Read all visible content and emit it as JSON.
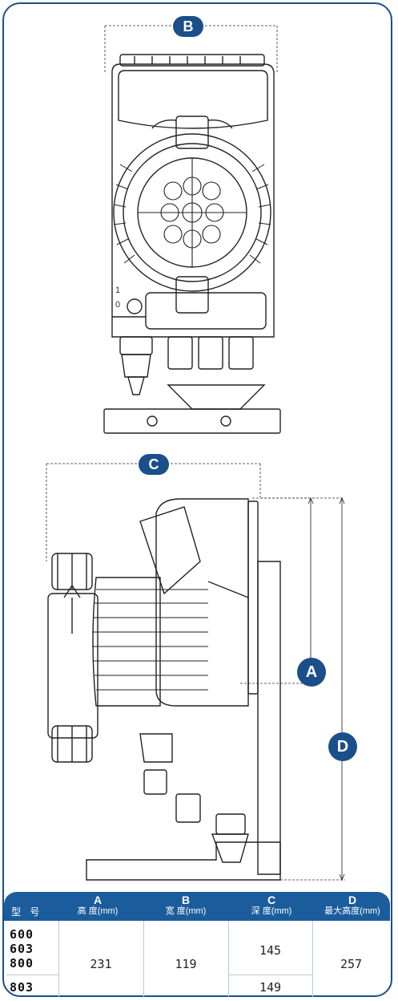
{
  "dimension_labels": {
    "b": "B",
    "c": "C",
    "a": "A",
    "d": "D"
  },
  "panel_markings": {
    "switch_top": "1",
    "switch_bottom": "0"
  },
  "table": {
    "model_header": "型 号",
    "columns": [
      {
        "letter": "A",
        "label": "高 度(mm)"
      },
      {
        "letter": "B",
        "label": "宽 度(mm)"
      },
      {
        "letter": "C",
        "label": "深 度(mm)"
      },
      {
        "letter": "D",
        "label": "最大高度(mm)"
      }
    ],
    "models": [
      "600",
      "603",
      "800",
      "803"
    ],
    "values": {
      "a": "231",
      "b": "119",
      "c_main": "145",
      "c_803": "149",
      "d": "257"
    }
  },
  "colors": {
    "brand_blue": "#1b4f8a",
    "header_blue": "#1b5d9c",
    "line_gray": "#bfc7d1"
  }
}
